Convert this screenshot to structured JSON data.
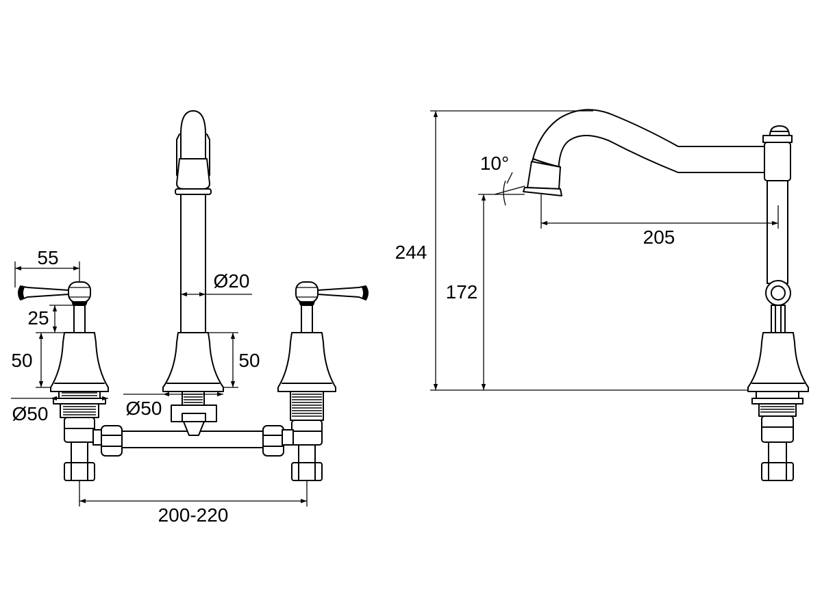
{
  "front_view": {
    "handle_width": "55",
    "handle_height": "25",
    "left_body_height": "50",
    "left_base_dia": "Ø50",
    "spout_dia": "Ø20",
    "spout_body_height": "50",
    "spout_base_dia": "Ø50",
    "centres": "200-220"
  },
  "side_view": {
    "overall_height": "244",
    "outlet_height": "172",
    "reach": "205",
    "angle": "10°"
  }
}
